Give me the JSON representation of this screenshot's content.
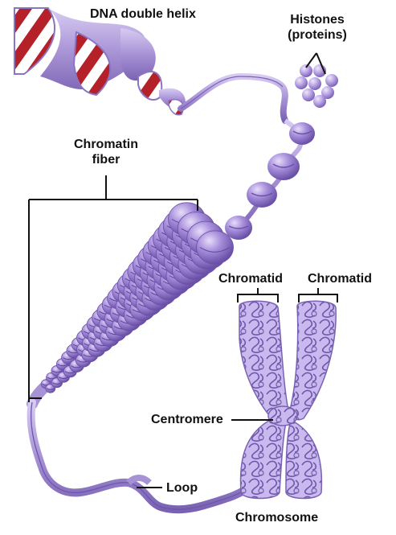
{
  "labels": {
    "dna": "DNA double helix",
    "histones_line1": "Histones",
    "histones_line2": "(proteins)",
    "chromatin_line1": "Chromatin",
    "chromatin_line2": "fiber",
    "chromatid_left": "Chromatid",
    "chromatid_right": "Chromatid",
    "centromere": "Centromere",
    "loop": "Loop",
    "chromosome": "Chromosome"
  },
  "colors": {
    "strand": "#a892d6",
    "strand_dark": "#7a62b3",
    "strand_light": "#cfc2ee",
    "nucleosome": "#9b82d0",
    "dna_stripe": "#b52128",
    "text": "#111111"
  }
}
